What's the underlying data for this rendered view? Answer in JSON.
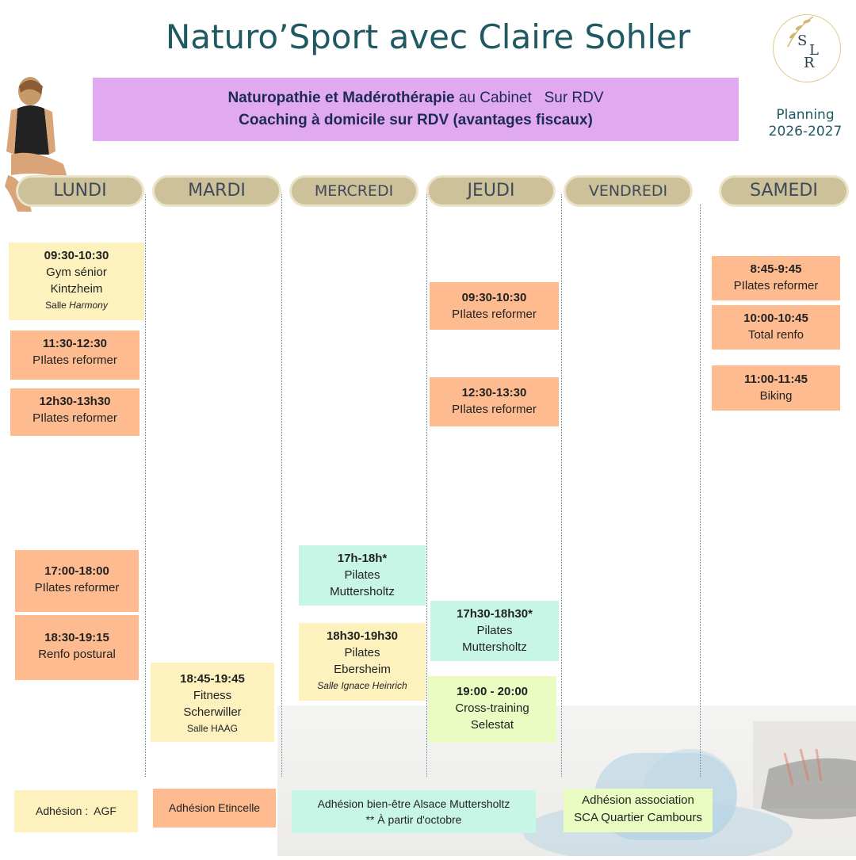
{
  "title": "Naturo’Sport avec Claire Sohler",
  "logo": {
    "letters": [
      "S",
      "L",
      "R"
    ]
  },
  "banner": {
    "line1_bold": "Naturopathie et Madérothérapie",
    "line1_rest": " au Cabinet   Sur RDV",
    "line2": "Coaching à domicile  sur RDV (avantages fiscaux)"
  },
  "planning": {
    "line1": "Planning",
    "line2": "2026-2027"
  },
  "days": [
    "LUNDI",
    "MARDI",
    "MERCREDI",
    "JEUDI",
    "VENDREDI",
    "SAMEDI"
  ],
  "sessions": {
    "lundi": [
      {
        "time": "09:30-10:30",
        "lines": [
          "Gym sénior",
          "Kintzheim"
        ],
        "sub_prefix": "Salle ",
        "sub_italic": "Harmony"
      },
      {
        "time": "11:30-12:30",
        "lines": [
          "PIlates reformer"
        ]
      },
      {
        "time": "12h30-13h30",
        "lines": [
          "PIlates reformer"
        ]
      },
      {
        "time": "17:00-18:00",
        "lines": [
          "PIlates reformer"
        ]
      },
      {
        "time": "18:30-19:15",
        "lines": [
          "Renfo postural"
        ]
      }
    ],
    "mardi": [
      {
        "time": "18:45-19:45",
        "lines": [
          "Fitness",
          "Scherwiller"
        ],
        "sub": "Salle HAAG"
      }
    ],
    "mercredi": [
      {
        "time": "17h-18h*",
        "lines": [
          "Pilates",
          "Muttersholtz"
        ]
      },
      {
        "time": "18h30-19h30",
        "lines": [
          "Pilates",
          "Ebersheim"
        ],
        "sub_italic": "Salle Ignace Heinrich"
      }
    ],
    "jeudi": [
      {
        "time": "09:30-10:30",
        "lines": [
          "PIlates reformer"
        ]
      },
      {
        "time": "12:30-13:30",
        "lines": [
          "PIlates reformer"
        ]
      },
      {
        "time": "17h30-18h30*",
        "lines": [
          "Pilates",
          "Muttersholtz"
        ]
      },
      {
        "time": "19:00 - 20:00",
        "lines": [
          "Cross-training",
          "Selestat"
        ]
      }
    ],
    "samedi": [
      {
        "time": "8:45-9:45",
        "lines": [
          "PIlates reformer"
        ]
      },
      {
        "time": "10:00-10:45",
        "lines": [
          "Total renfo"
        ]
      },
      {
        "time": "11:00-11:45",
        "lines": [
          "Biking"
        ]
      }
    ]
  },
  "adhesions": [
    {
      "line1": "Adhésion :  AGF"
    },
    {
      "line1": "Adhésion Etincelle"
    },
    {
      "line1": "Adhésion bien-être Alsace Muttersholtz",
      "line2": "** À partir d'octobre"
    },
    {
      "line1": "Adhésion association",
      "line2": "SCA Quartier Cambours"
    }
  ],
  "colors": {
    "title": "#1f5a62",
    "banner": "#e1a9f0",
    "day_pill": "#cdc19a",
    "orange": "#fdbb8f",
    "yellow": "#fdf1be",
    "teal": "#c8f6e6",
    "green": "#eafcc1"
  }
}
